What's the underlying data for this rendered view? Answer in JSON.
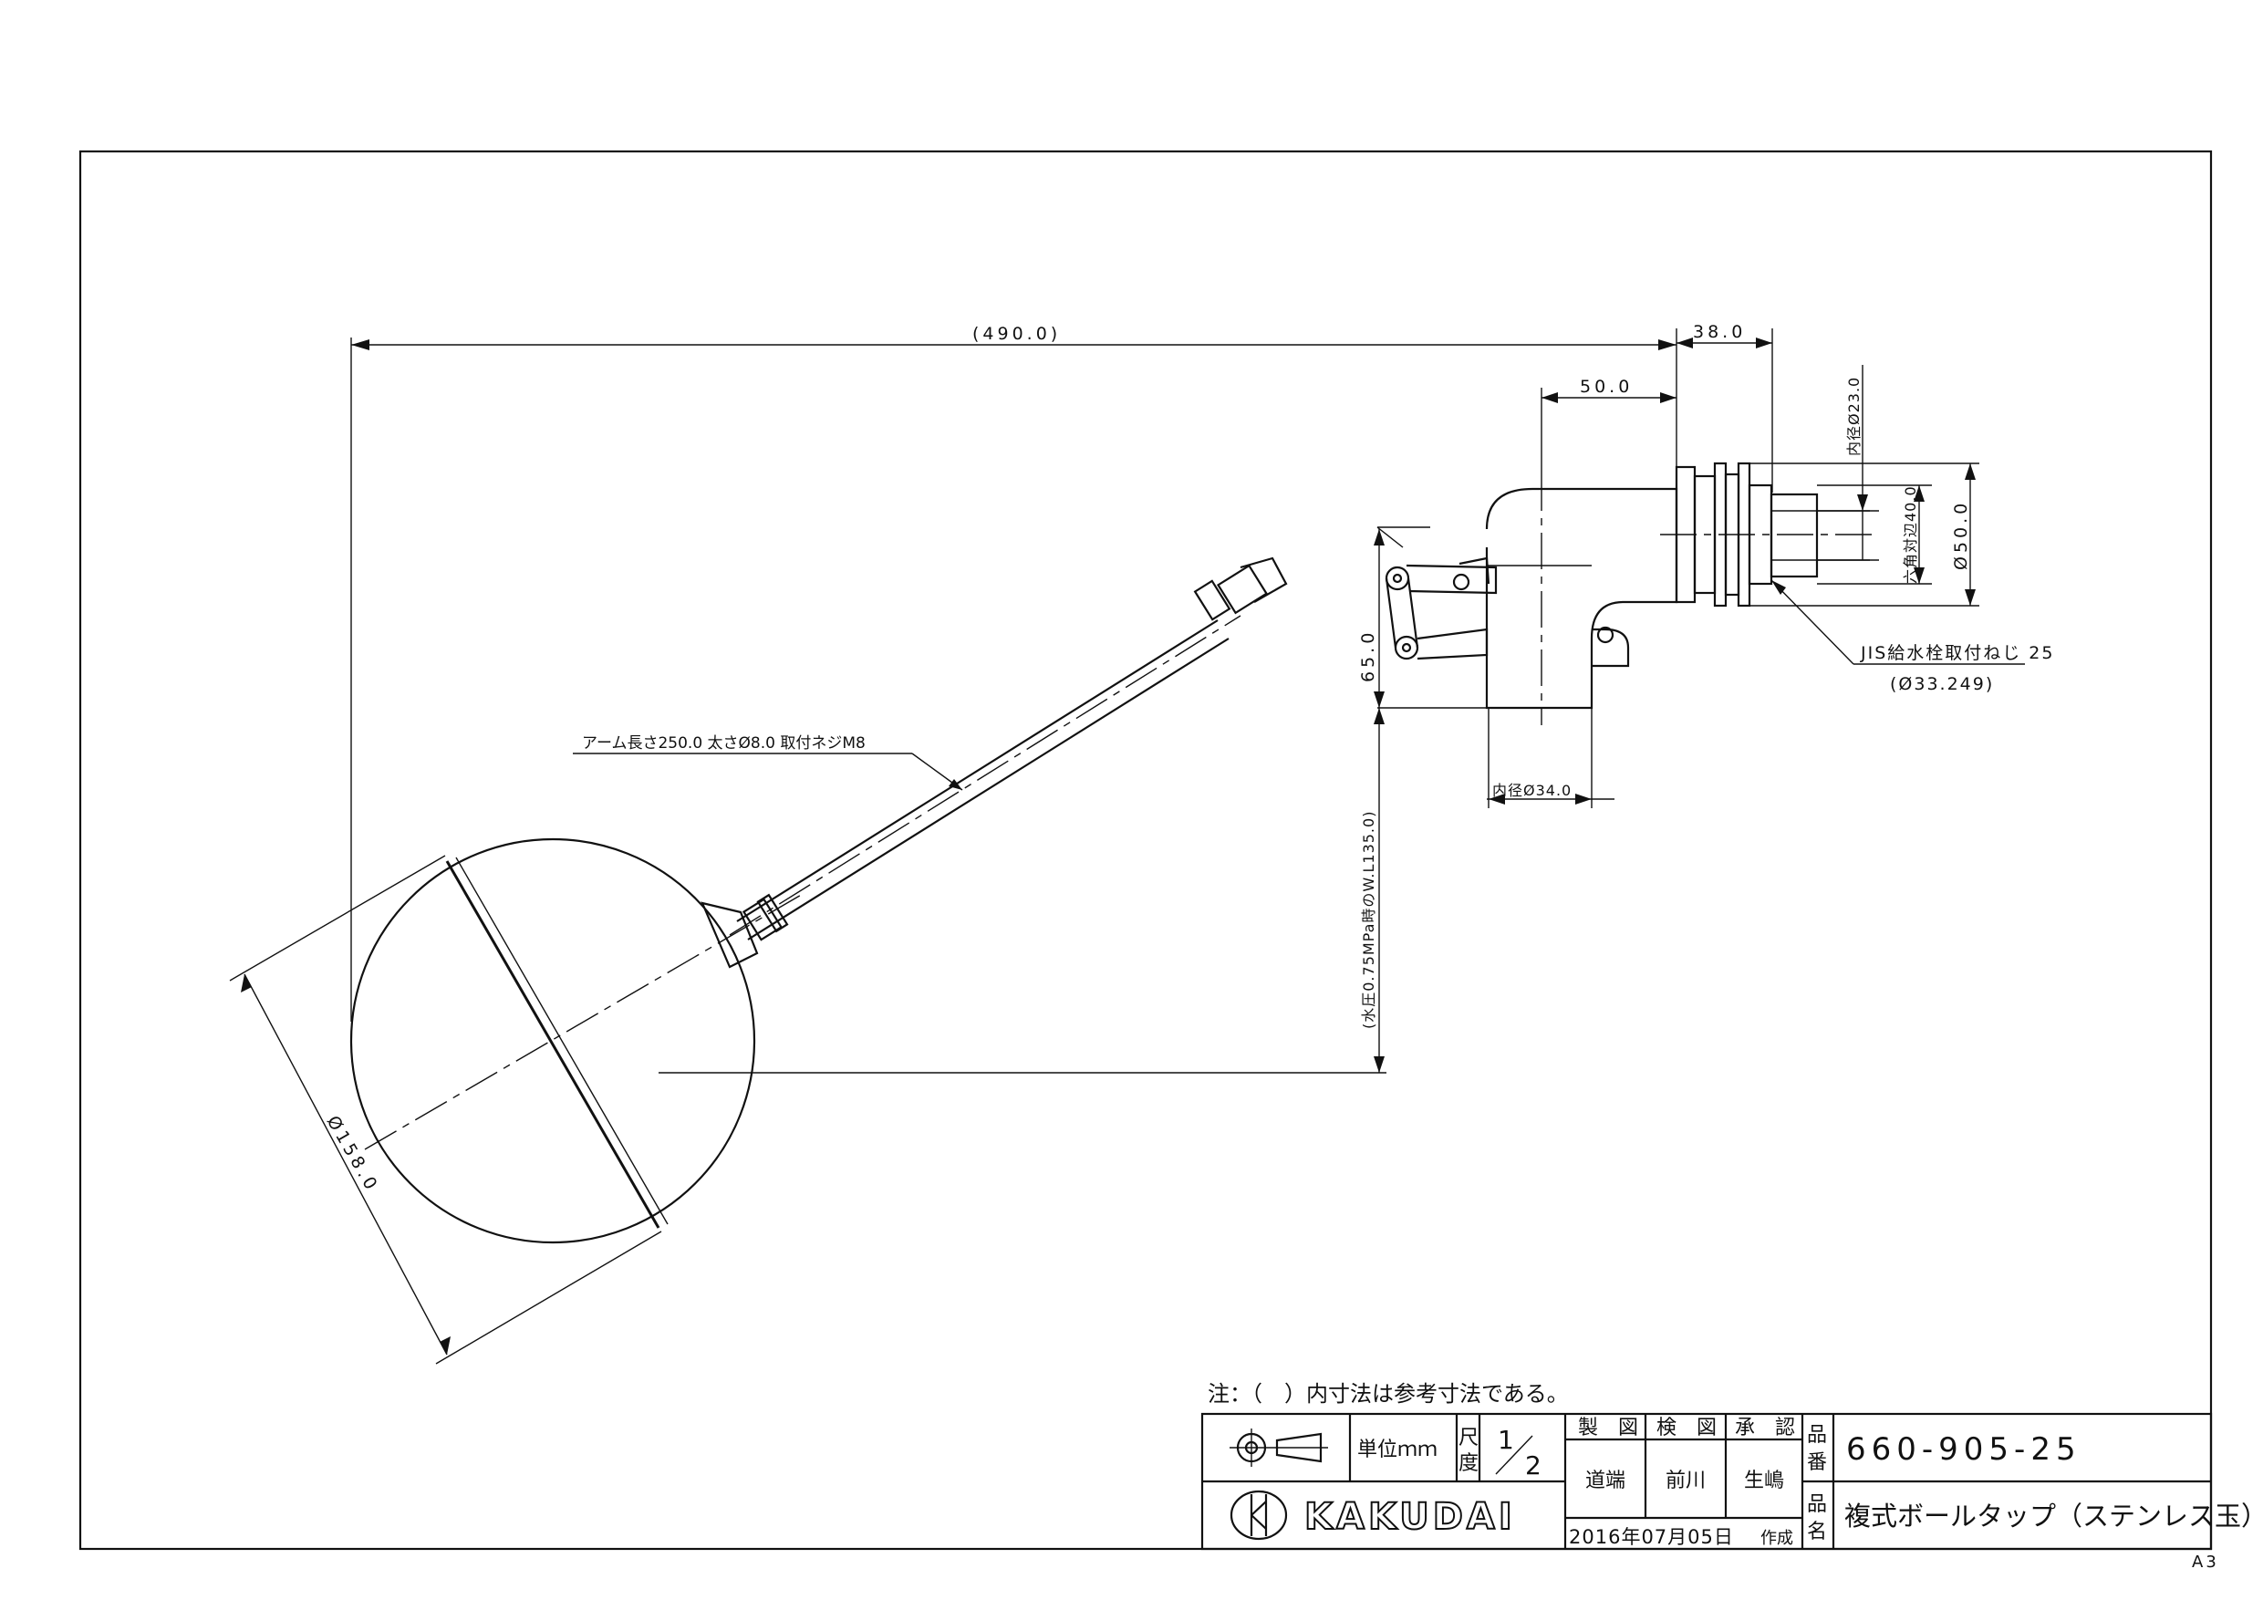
{
  "sheet": {
    "paper_size": "A3",
    "note": "注：（　）内寸法は参考寸法である。"
  },
  "dimensions": {
    "overall_length": "(490.0)",
    "inlet_length": "38.0",
    "body_offset": "50.0",
    "inner_dia_inlet": "内径Ø23.0",
    "hex_across_flats": "六角対辺40.0",
    "flange_dia": "Ø50.0",
    "outlet_drop": "65.0",
    "waterline": "(水圧0.75MPa時のW.L135.0)",
    "arm_spec": "アーム長さ250.0 太さØ8.0 取付ネジM8",
    "outlet_inner_dia": "内径Ø34.0",
    "ball_dia": "Ø158.0",
    "thread_spec": "JIS給水栓取付ねじ 25",
    "thread_dia": "(Ø33.249)"
  },
  "title_block": {
    "unit_label": "単位ｍｍ",
    "scale_label_1": "尺",
    "scale_label_2": "度",
    "scale_num": "1",
    "scale_den": "2",
    "drawn_label": "製　図",
    "checked_label": "検　図",
    "approved_label": "承　認",
    "drawn_by": "道端",
    "checked_by": "前川",
    "approved_by": "生嶋",
    "part_no_label_1": "品",
    "part_no_label_2": "番",
    "part_no": "660-905-25",
    "part_name_label_1": "品",
    "part_name_label_2": "名",
    "part_name": "複式ボールタップ（ステンレス玉）",
    "date": "2016年07月05日",
    "date_suffix": "作成",
    "company": "KAKUDAI"
  }
}
